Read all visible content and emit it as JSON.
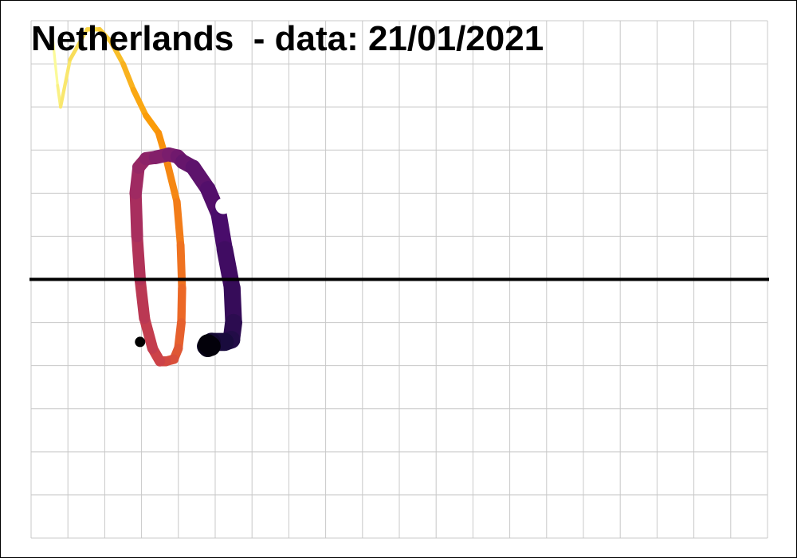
{
  "chart_data": {
    "type": "line",
    "title": "Netherlands  - data: 21/01/2021",
    "xlabel": "",
    "ylabel": "",
    "grid": true,
    "legend": "none",
    "reference_line": {
      "y": 0,
      "color": "#000000"
    },
    "xlim": [
      0,
      100
    ],
    "ylim": [
      -60,
      60
    ],
    "series": [
      {
        "color_scale": [
          "#000004",
          "#1b0c41",
          "#4a0c6b",
          "#781c6d",
          "#a52c60",
          "#cf4446",
          "#ed6925",
          "#fb9b06",
          "#f7d13d",
          "#fcffa4"
        ],
        "x": [
          2.8,
          3.6,
          4.0,
          5.3,
          7.6,
          9.3,
          10.9,
          12.5,
          13.9,
          15.6,
          17.3,
          18.5,
          19.8,
          20.3,
          20.5,
          20.4,
          20.0,
          19.4,
          18.3,
          17.5,
          16.5,
          15.4,
          14.8,
          14.4,
          14.2,
          14.6,
          15.6,
          16.9,
          18.7,
          19.9,
          20.6,
          22.0,
          24.0,
          25.5,
          26.3,
          27.3,
          27.5,
          27.2,
          26.3,
          24.5,
          23.8,
          24.0,
          24.4,
          24.0
        ],
        "y": [
          58,
          45,
          40,
          51,
          58,
          58,
          55,
          50,
          44,
          38,
          34,
          27,
          18,
          8,
          -2,
          -10,
          -16,
          -18.5,
          -19,
          -19,
          -16,
          -9,
          0,
          10,
          20,
          26,
          28,
          28.3,
          29,
          28.5,
          27.3,
          26,
          21,
          15,
          7,
          -2,
          -10,
          -14,
          -14.5,
          -14.5,
          -15.5,
          -15.8,
          -15.5,
          -15
        ]
      }
    ],
    "markers": [
      {
        "name": "start",
        "x": 14.8,
        "y": -14.5,
        "color": "#000000"
      },
      {
        "name": "current",
        "x": 26.1,
        "y": 17,
        "color": "#ffffff"
      }
    ]
  }
}
